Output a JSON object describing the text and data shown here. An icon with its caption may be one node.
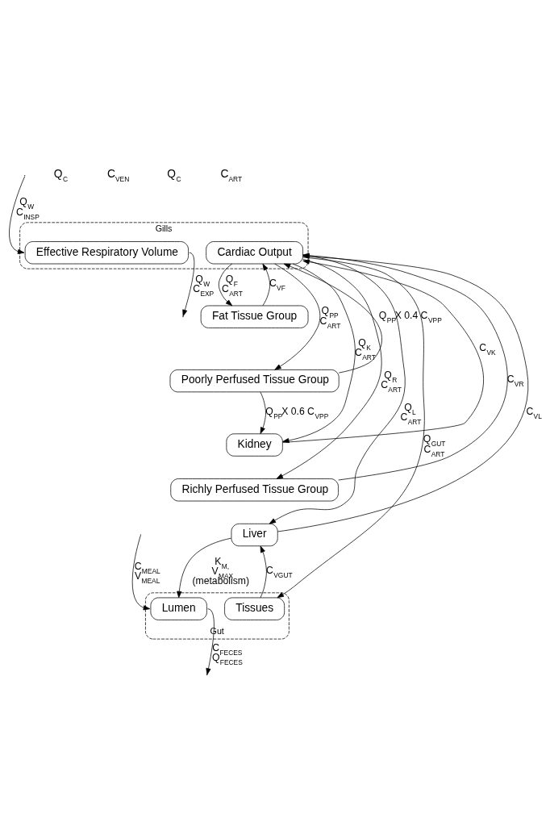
{
  "diagram": {
    "nodes": [
      {
        "text": [
          "Gills"
        ]
      },
      {
        "text": [
          "Effective Respiratory Volume"
        ],
        "in": 0
      },
      {
        "text": [
          "Cardiac Output"
        ],
        "in": 0
      },
      {
        "text": [
          "Fat Tissue Group"
        ]
      },
      {
        "text": [
          "Poorly Perfused Tissue Group"
        ]
      },
      {
        "text": [
          "Kidney"
        ]
      },
      {
        "text": [
          "Richly Perfused Tissue Group"
        ]
      },
      {
        "text": [
          "Liver"
        ]
      },
      {
        "text": [
          "Gut"
        ]
      },
      {
        "text": [
          "Tissues"
        ],
        "in": 8
      },
      {
        "text": [
          "Lumen"
        ],
        "in": 8
      }
    ],
    "edges": [
      {
        "from": null,
        "to": 1,
        "arrow": "to",
        "label": "Q$_{W}$ C$_{INSP}$"
      },
      {
        "from": 1,
        "to": null,
        "arrow": "to",
        "label": "Q$_{W}$ C$_{EXP}$"
      },
      {
        "from": 2,
        "to": 3,
        "arrow": "to",
        "label": "Q$_{F}$ C$_{ART}$"
      },
      {
        "from": 2,
        "to": 4,
        "arrow": "to",
        "label": "Q$_{PP}$ C$_{ART}$"
      },
      {
        "from": 2,
        "to": 5,
        "arrow": "to",
        "label": "Q$_{K}$ C$_{ART}$"
      },
      {
        "from": 2,
        "to": 6,
        "arrow": "to",
        "label": "Q$_{R}$ C$_{ART}$"
      },
      {
        "from": 2,
        "to": 7,
        "arrow": "to",
        "label": "Q$_{L}$ C$_{ART}$"
      },
      {
        "from": 2,
        "to": 9,
        "arrow": "to",
        "label": "Q$_{GUT}$ C$_{ART}$"
      },
      {
        "from": 3,
        "to": 2,
        "arrow": "to",
        "label": "C$_{VF}$"
      },
      {
        "from": 4,
        "to": 2,
        "arrow": "to",
        "label": "Q$_{PP}$X 0.4 C$_{VPP}$"
      },
      {
        "from": 4,
        "to": 5,
        "arrow": "to",
        "label": "Q$_{PP}$X 0.6 C$_{VPP}$"
      },
      {
        "from": 5,
        "to": 2,
        "arrow": "to",
        "label": "C$_{VK}$"
      },
      {
        "from": 6,
        "to": 2,
        "arrow": "to",
        "label": "C$_{VR}$"
      },
      {
        "from": 7,
        "to": 2,
        "arrow": "to",
        "label": "C$_{VL}$"
      },
      {
        "from": 9,
        "to": 7,
        "arrow": "to",
        "label": "C$_{VGUT}$"
      },
      {
        "from": 7,
        "to": 10,
        "arrow": "to",
        "label": "K$_{M,}$ V$_{MAX}$ (metabolism)"
      },
      {
        "from": null,
        "to": 10,
        "arrow": "to",
        "label": "C$_{MEAL}$ V$_{MEAL}$"
      },
      {
        "from": 10,
        "to": null,
        "arrow": "to",
        "label": "C$_{FECES}$ Q$_{FECES}$"
      }
    ],
    "labels": [
      "Q$_{C}$",
      "C$_{VEN}$",
      "Q$_{C}$",
      "C$_{ART}$"
    ]
  }
}
